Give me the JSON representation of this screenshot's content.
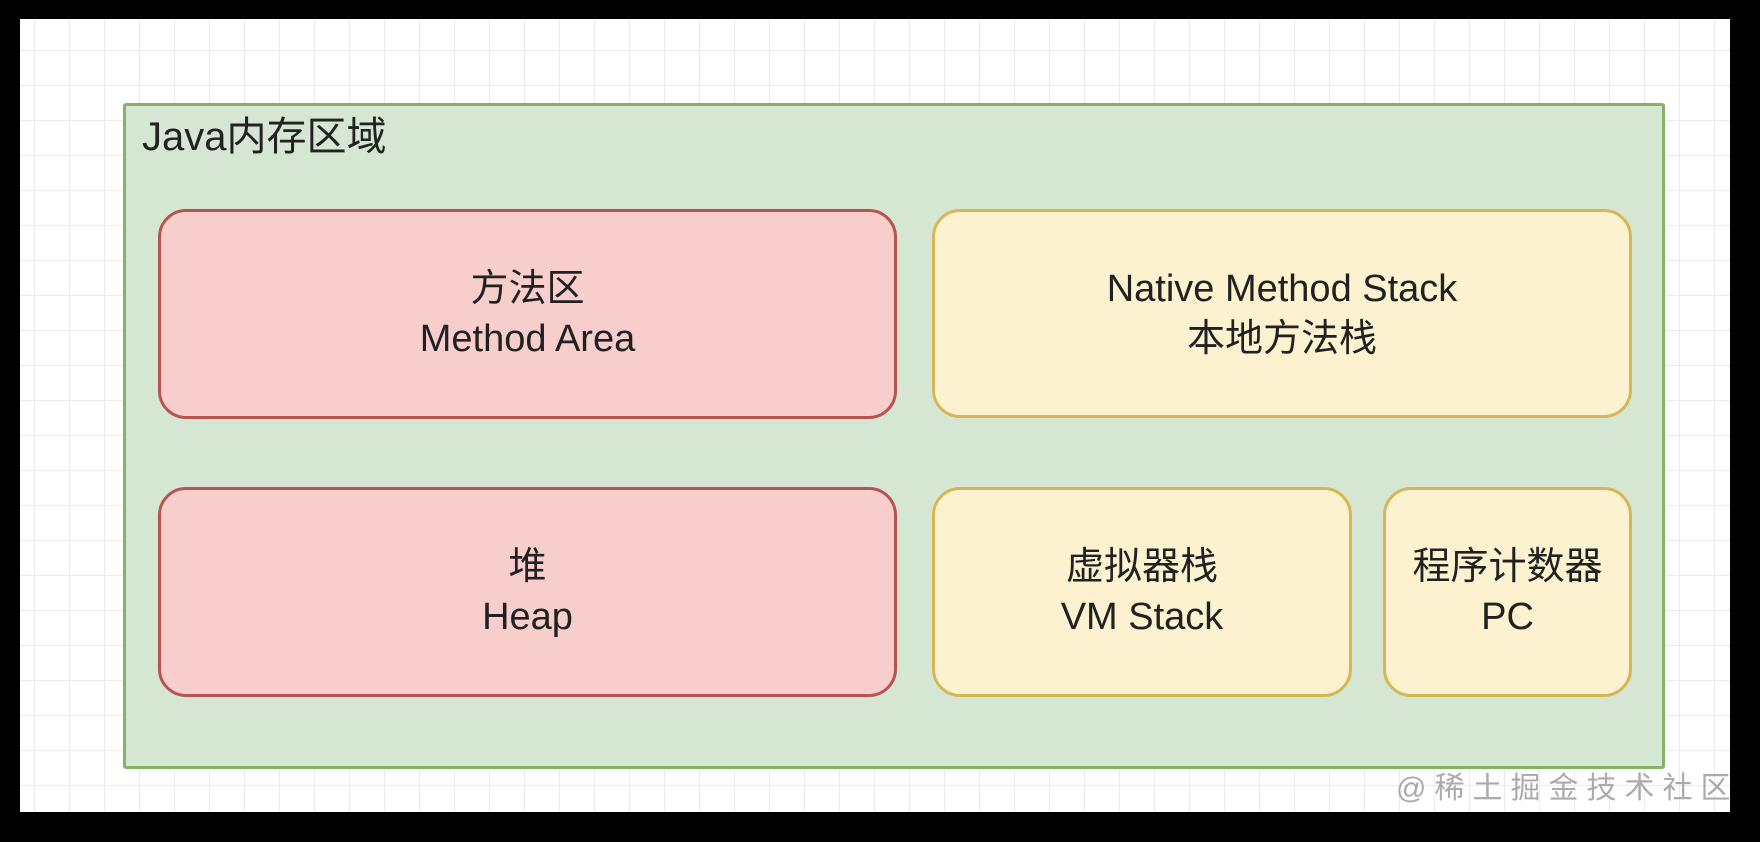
{
  "diagram": {
    "title": "Java内存区域",
    "boxes": [
      {
        "id": "method-area",
        "style": "red",
        "line1": "方法区",
        "line2": "Method Area"
      },
      {
        "id": "native-method-stack",
        "style": "yellow",
        "line1": "Native Method Stack",
        "line2": "本地方法栈"
      },
      {
        "id": "heap",
        "style": "red",
        "line1": "堆",
        "line2": "Heap"
      },
      {
        "id": "vm-stack",
        "style": "yellow",
        "line1": "虚拟器栈",
        "line2": "VM Stack"
      },
      {
        "id": "pc",
        "style": "yellow",
        "line1": "程序计数器",
        "line2": "PC"
      }
    ],
    "watermark": "@稀土掘金技术社区",
    "colors": {
      "frame": "#000000",
      "canvas": "#ffffff",
      "grid_line": "#ebebeb",
      "container_fill": "#d5e7d3",
      "container_stroke": "#82b366",
      "red_fill": "#f8cecc",
      "red_stroke": "#b85450",
      "yellow_fill": "#fdf2cf",
      "yellow_stroke": "#d6b656",
      "text": "#212121",
      "watermark_text": "#8a8a8a"
    }
  }
}
